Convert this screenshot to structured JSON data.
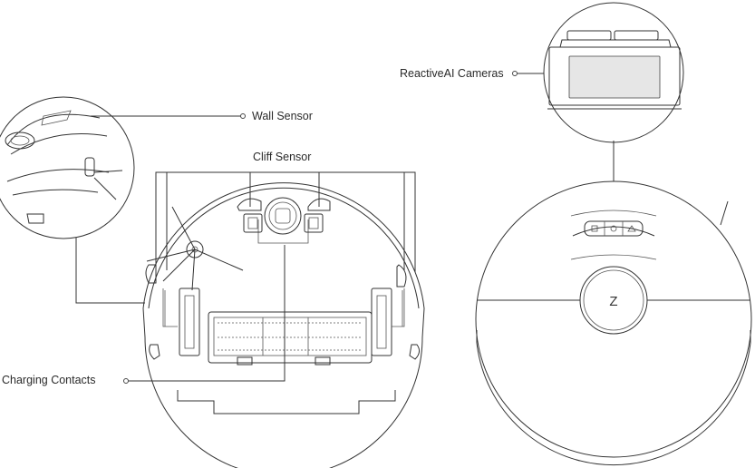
{
  "labels": {
    "wall_sensor": "Wall Sensor",
    "cliff_sensor": "Cliff Sensor",
    "charging_contacts": "Charging Contacts",
    "reactiveai_cameras": "ReactiveAI Cameras"
  },
  "logo_glyph": "Z",
  "colors": {
    "line": "#333333",
    "panel_fill": "#e6e6e6",
    "label_text": "#2a2a2a"
  }
}
